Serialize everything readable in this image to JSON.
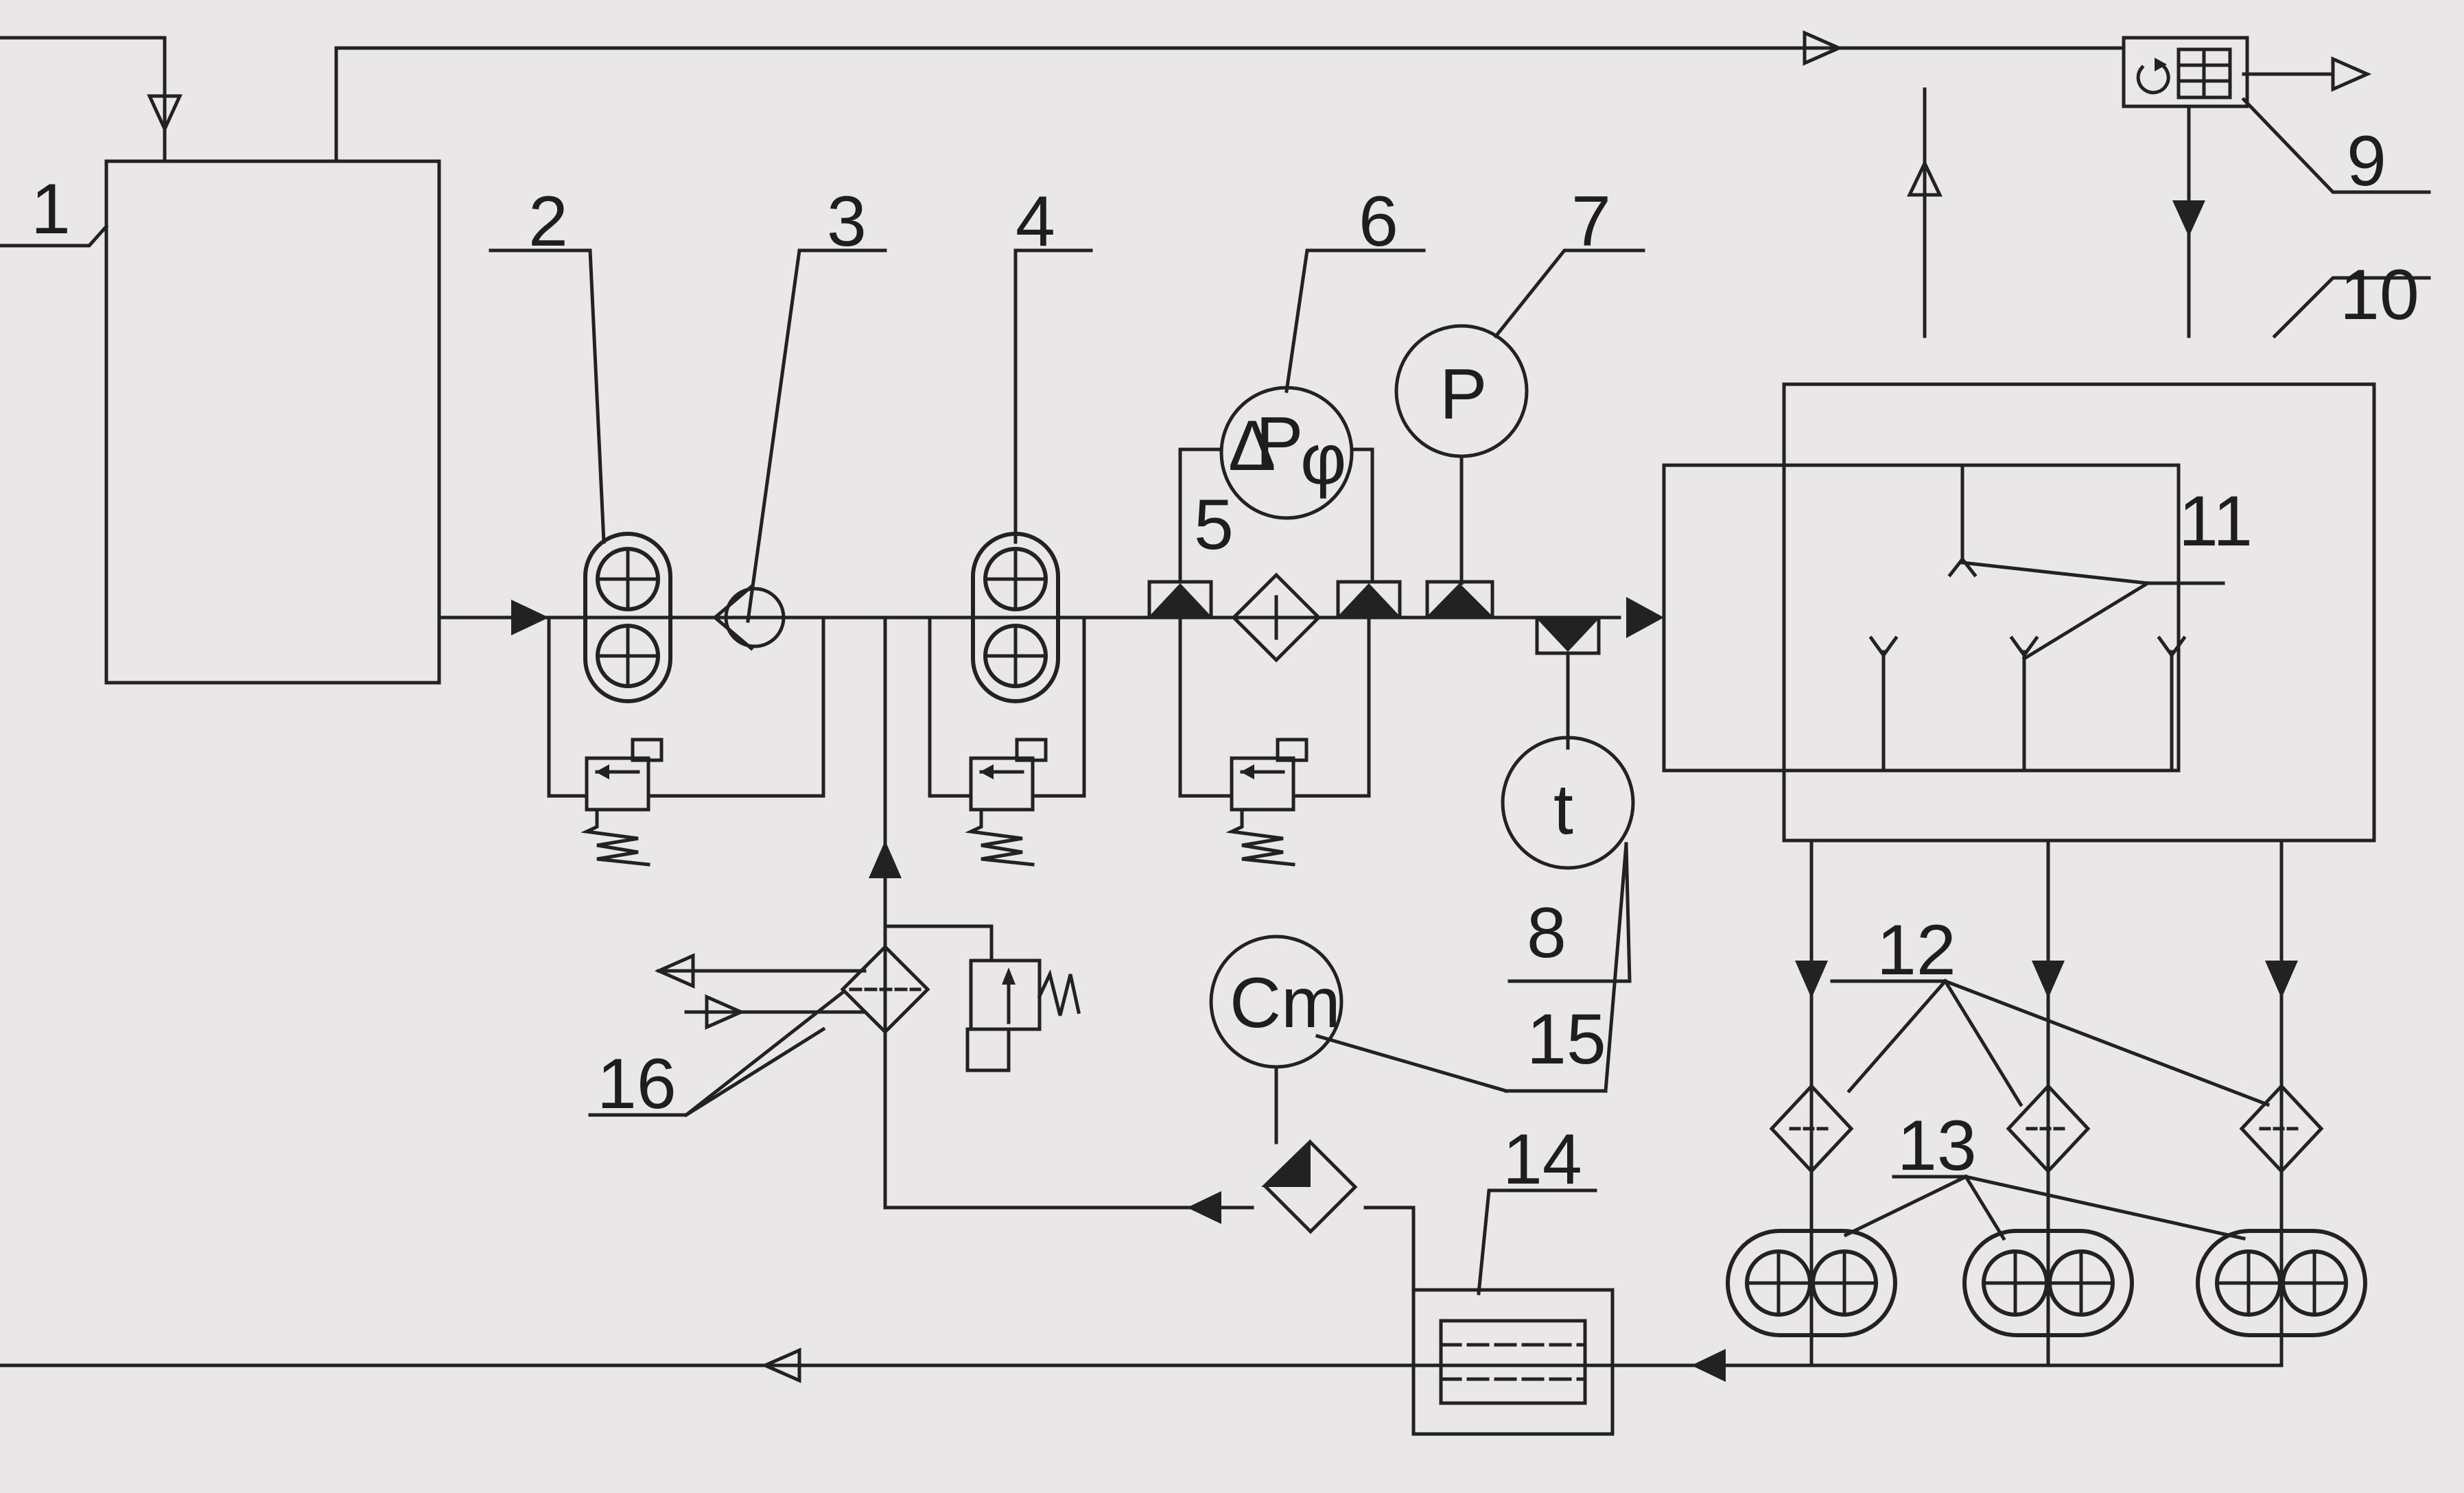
{
  "figure": {
    "callouts": {
      "c1": "1",
      "c2": "2",
      "c3": "3",
      "c4": "4",
      "c5": "5",
      "c6": "6",
      "c7": "7",
      "c8": "8",
      "c9": "9",
      "c10": "10",
      "c11": "11",
      "c12": "12",
      "c13": "13",
      "c14": "14",
      "c15": "15",
      "c16": "16"
    },
    "gauges": {
      "dp_delta": "Δ",
      "dp_p": "P",
      "dp_phi": "φ",
      "pressure": "P",
      "temperature": "t",
      "contamination": "Cm"
    }
  }
}
